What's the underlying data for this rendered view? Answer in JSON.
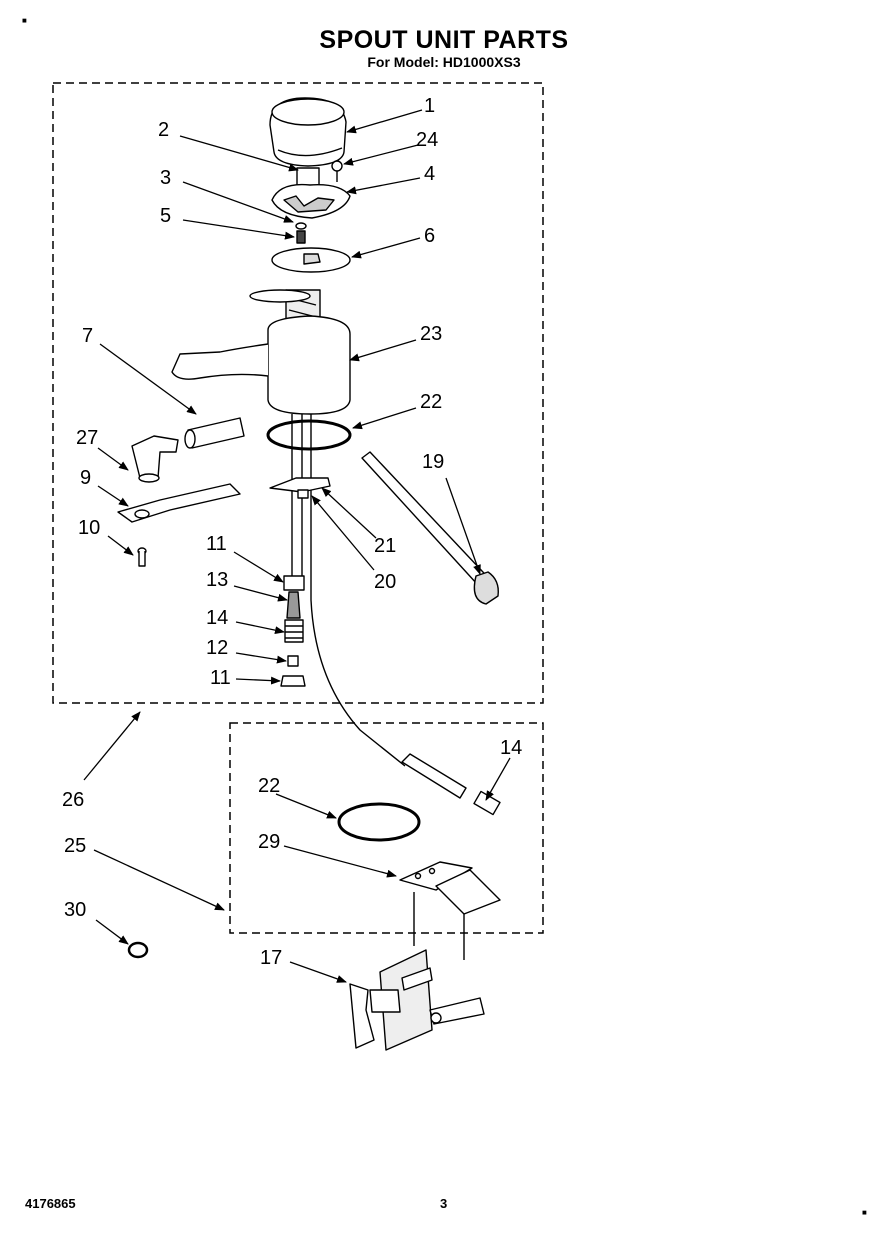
{
  "header": {
    "title": "SPOUT UNIT PARTS",
    "subtitle": "For Model: HD1000XS3"
  },
  "footer": {
    "part_number": "4176865",
    "page": "3"
  },
  "callouts": {
    "c1": "1",
    "c2": "2",
    "c24": "24",
    "c3": "3",
    "c4": "4",
    "c5": "5",
    "c6": "6",
    "c7": "7",
    "c23": "23",
    "c27": "27",
    "c22a": "22",
    "c19": "19",
    "c9": "9",
    "c10": "10",
    "c21": "21",
    "c11a": "11",
    "c20": "20",
    "c13": "13",
    "c14a": "14",
    "c12": "12",
    "c11b": "11",
    "c26": "26",
    "c14b": "14",
    "c22b": "22",
    "c25": "25",
    "c29": "29",
    "c30": "30",
    "c17": "17"
  }
}
